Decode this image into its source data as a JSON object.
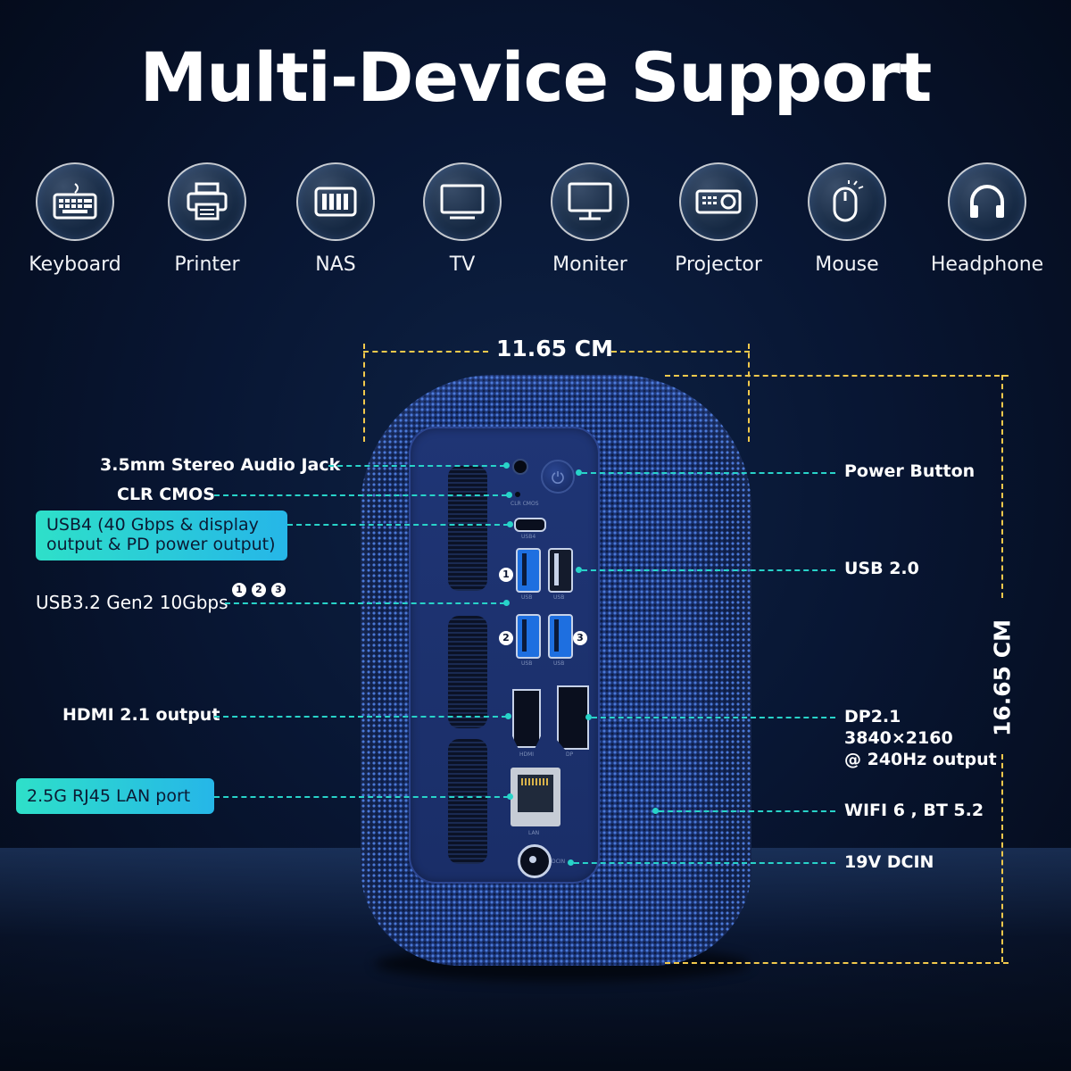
{
  "title": "Multi-Device Support",
  "devices": [
    {
      "label": "Keyboard",
      "icon": "keyboard-icon"
    },
    {
      "label": "Printer",
      "icon": "printer-icon"
    },
    {
      "label": "NAS",
      "icon": "nas-icon"
    },
    {
      "label": "TV",
      "icon": "tv-icon"
    },
    {
      "label": "Moniter",
      "icon": "monitor-icon"
    },
    {
      "label": "Projector",
      "icon": "projector-icon"
    },
    {
      "label": "Mouse",
      "icon": "mouse-icon"
    },
    {
      "label": "Headphone",
      "icon": "headphone-icon"
    }
  ],
  "dimensions": {
    "width": "11.65 CM",
    "height": "16.65 CM"
  },
  "callouts_left": {
    "audio": "3.5mm Stereo Audio Jack",
    "cmos": "CLR CMOS",
    "usb4": "USB4 (40 Gbps & display output & PD power output)",
    "usb32": "USB3.2 Gen2 10Gbps",
    "hdmi": "HDMI 2.1 output",
    "lan": "2.5G RJ45 LAN port"
  },
  "callouts_right": {
    "power": "Power Button",
    "usb2": "USB 2.0",
    "dp_line1": "DP2.1",
    "dp_line2": "3840×2160",
    "dp_line3": "@ 240Hz output",
    "wifi": "WIFI 6 , BT 5.2",
    "dc": "19V DCIN"
  },
  "port_numbers": [
    "1",
    "2",
    "3"
  ],
  "panel_text": {
    "cmos": "CLR CMOS",
    "usb4": "USB4",
    "usb": "USB",
    "hdmi": "HDMI",
    "dp": "DP",
    "lan": "LAN",
    "dcin": "DCIN"
  },
  "colors": {
    "accent": "#28d3c9",
    "dimension": "#f2c94c",
    "background": "#081633",
    "device": "#1c3577"
  }
}
